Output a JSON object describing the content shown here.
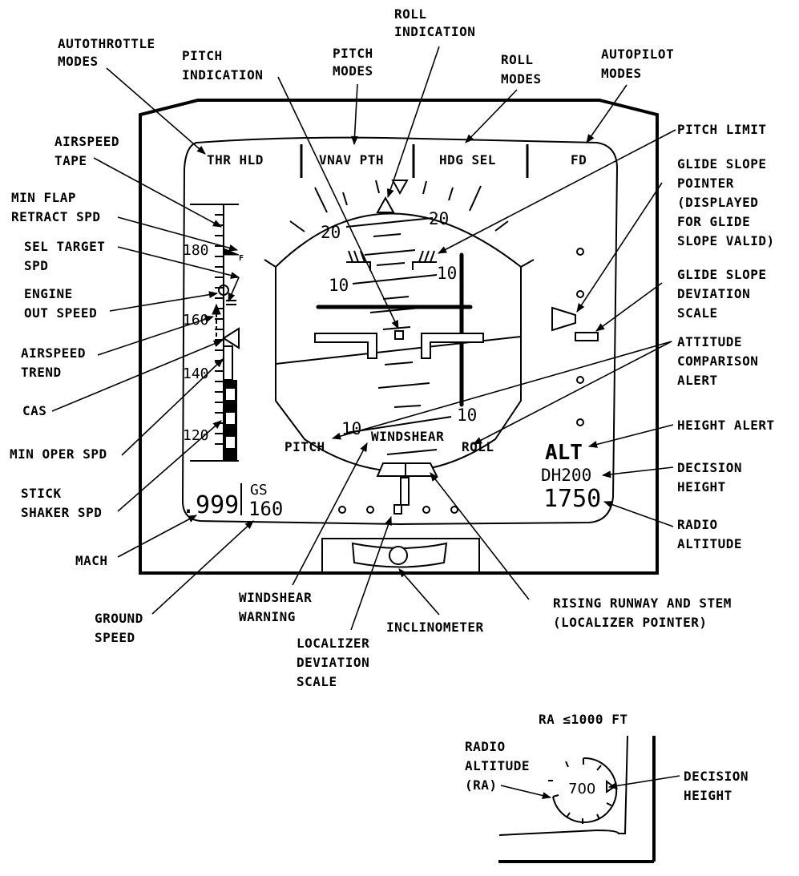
{
  "diagram": {
    "type": "annotated-primary-flight-display",
    "colors": {
      "ink": "#000000",
      "background": "#ffffff"
    }
  },
  "pfd": {
    "flight_mode_annunciator": {
      "autothrottle": "THR HLD",
      "pitch": "VNAV PTH",
      "roll": "HDG SEL",
      "autopilot": "FD"
    },
    "airspeed_tape": {
      "ticks": [
        "180",
        "160",
        "140",
        "120"
      ],
      "flap_marker": "F"
    },
    "attitude": {
      "pitch_scale_top": [
        "20",
        "20"
      ],
      "pitch_scale_mid": [
        "10",
        "10"
      ],
      "pitch_scale_bottom": [
        "10",
        "10"
      ]
    },
    "alerts": {
      "pitch": "PITCH",
      "windshear": "WINDSHEAR",
      "roll": "ROLL"
    },
    "mach": ".999",
    "ground_speed_label": "GS",
    "ground_speed": "160",
    "height_alert": "ALT",
    "decision_height": "DH200",
    "radio_altitude": "1750"
  },
  "inset": {
    "title": "RA ≤1000 FT",
    "radio_altitude_value": "700"
  },
  "callouts": {
    "roll_indication": [
      "ROLL",
      "INDICATION"
    ],
    "autothrottle_modes": [
      "AUTOTHROTTLE",
      "MODES"
    ],
    "pitch_indication": [
      "PITCH",
      "INDICATION"
    ],
    "pitch_modes": [
      "PITCH",
      "MODES"
    ],
    "roll_modes": [
      "ROLL",
      "MODES"
    ],
    "autopilot_modes": [
      "AUTOPILOT",
      "MODES"
    ],
    "pitch_limit": [
      "PITCH LIMIT"
    ],
    "airspeed_tape": [
      "AIRSPEED",
      "TAPE"
    ],
    "min_flap_retract_spd": [
      "MIN FLAP",
      "RETRACT SPD"
    ],
    "sel_target_spd": [
      "SEL TARGET",
      "SPD"
    ],
    "engine_out_speed": [
      "ENGINE",
      "OUT SPEED"
    ],
    "airspeed_trend": [
      "AIRSPEED",
      "TREND"
    ],
    "cas": [
      "CAS"
    ],
    "min_oper_spd": [
      "MIN OPER SPD"
    ],
    "stick_shaker_spd": [
      "STICK",
      "SHAKER SPD"
    ],
    "mach": [
      "MACH"
    ],
    "ground_speed": [
      "GROUND",
      "SPEED"
    ],
    "glide_slope_pointer": [
      "GLIDE SLOPE",
      "POINTER",
      "(DISPLAYED",
      "FOR GLIDE",
      "SLOPE VALID)"
    ],
    "glide_slope_deviation_scale": [
      "GLIDE SLOPE",
      "DEVIATION",
      "SCALE"
    ],
    "attitude_comparison_alert": [
      "ATTITUDE",
      "COMPARISON",
      "ALERT"
    ],
    "height_alert": [
      "HEIGHT ALERT"
    ],
    "decision_height": [
      "DECISION",
      "HEIGHT"
    ],
    "radio_altitude": [
      "RADIO",
      "ALTITUDE"
    ],
    "windshear_warning": [
      "WINDSHEAR",
      "WARNING"
    ],
    "localizer_deviation_scale": [
      "LOCALIZER",
      "DEVIATION",
      "SCALE"
    ],
    "inclinometer": [
      "INCLINOMETER"
    ],
    "rising_runway": [
      "RISING RUNWAY AND STEM",
      "(LOCALIZER POINTER)"
    ],
    "inset_radio_altitude": [
      "RADIO",
      "ALTITUDE",
      "(RA)"
    ],
    "inset_decision_height": [
      "DECISION",
      "HEIGHT"
    ]
  }
}
